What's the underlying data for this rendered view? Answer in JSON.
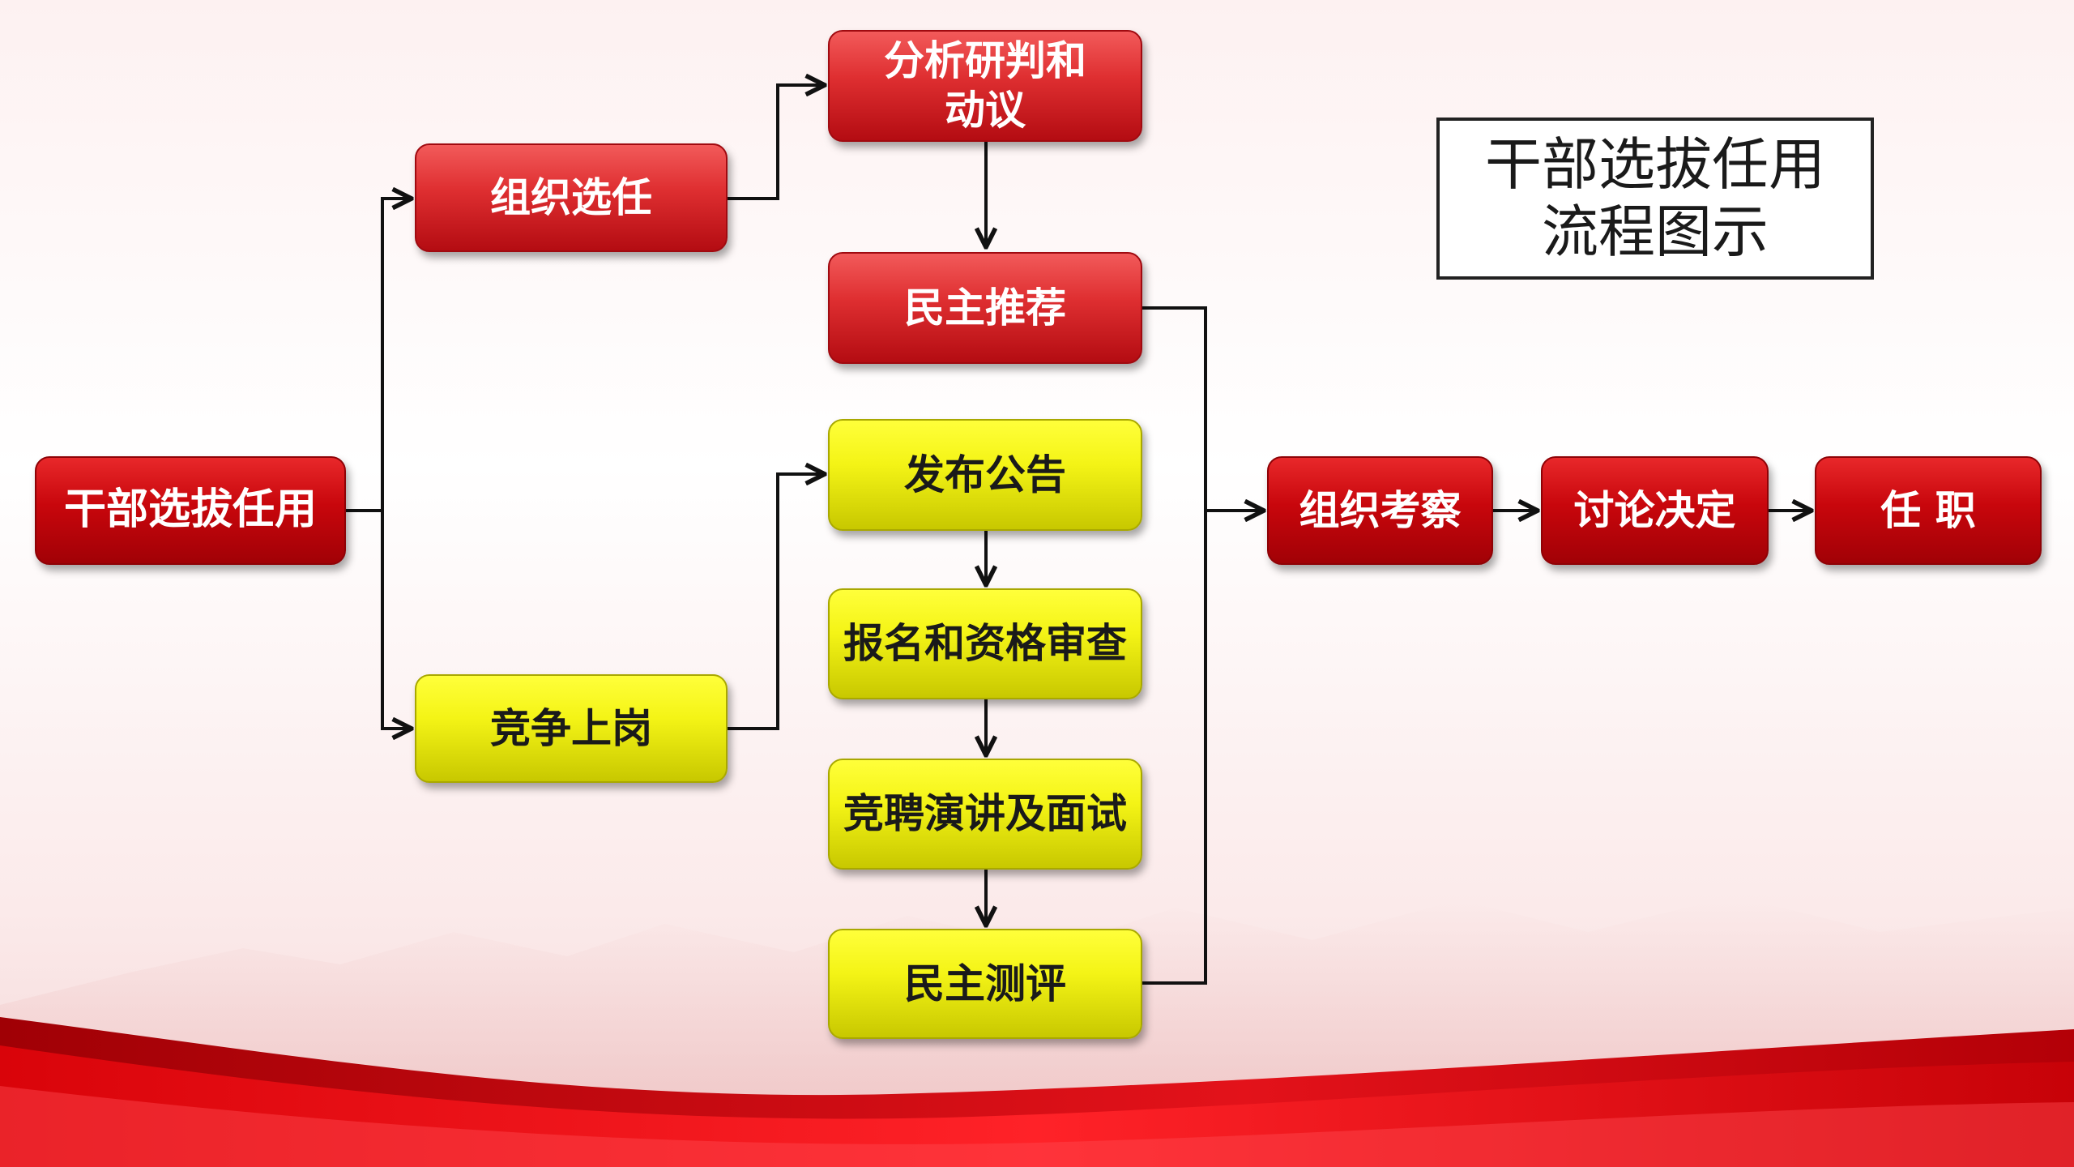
{
  "diagram": {
    "title": "干部选拔任用流程图示",
    "colors": {
      "red": "#d9272b",
      "dark_red": "#c0060c",
      "yellow": "#f4f416",
      "connector": "#111111"
    },
    "nodes": {
      "root": "干部选拔任用",
      "org_selection": "组织选任",
      "competition": "竞争上岗",
      "analysis": "分析研判和动议",
      "democratic_recommendation": "民主推荐",
      "announcement": "发布公告",
      "registration": "报名和资格审查",
      "speech_interview": "竞聘演讲及面试",
      "democratic_evaluation": "民主测评",
      "inspection": "组织考察",
      "discussion": "讨论决定",
      "appointment": "任 职"
    },
    "edges": [
      [
        "root",
        "org_selection"
      ],
      [
        "root",
        "competition"
      ],
      [
        "org_selection",
        "analysis"
      ],
      [
        "analysis",
        "democratic_recommendation"
      ],
      [
        "competition",
        "announcement"
      ],
      [
        "announcement",
        "registration"
      ],
      [
        "registration",
        "speech_interview"
      ],
      [
        "speech_interview",
        "democratic_evaluation"
      ],
      [
        "democratic_recommendation",
        "inspection"
      ],
      [
        "democratic_evaluation",
        "inspection"
      ],
      [
        "inspection",
        "discussion"
      ],
      [
        "discussion",
        "appointment"
      ]
    ]
  }
}
